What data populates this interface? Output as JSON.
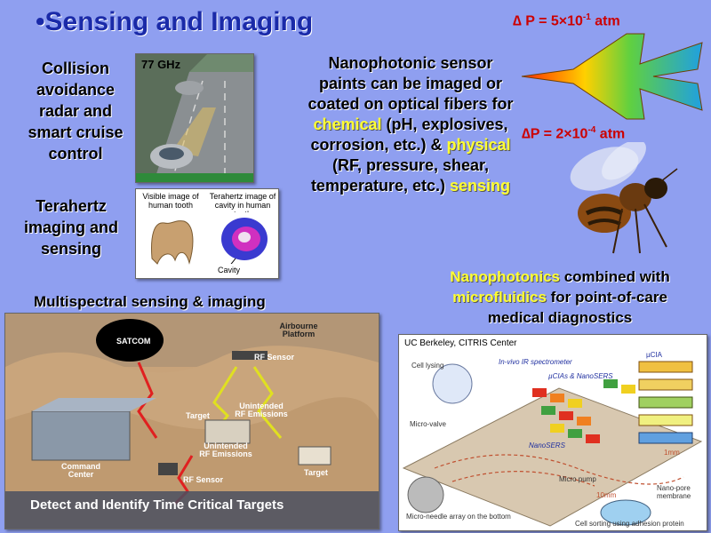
{
  "title": "•Sensing and Imaging",
  "collision": {
    "text": "Collision avoidance radar and smart cruise control",
    "freq": "77 GHz"
  },
  "terahertz": {
    "text": "Terahertz imaging and sensing",
    "visible_label": "Visible image of human tooth",
    "thz_label": "Terahertz image of cavity in human tooth",
    "cavity_label": "Cavity"
  },
  "nanophotonic": {
    "line1": "Nanophotonic sensor paints can be imaged or coated on optical fibers for",
    "chemical": "chemical",
    "line2": "(pH, explosives, corrosion, etc.) &",
    "physical": "physical",
    "line3": "(RF, pressure, shear, temperature, etc.)",
    "sensing": "sensing"
  },
  "pressure": {
    "p1_prefix": "∆ P = 5×10",
    "p1_exp": "-1",
    "p1_unit": " atm",
    "p2_prefix": "∆P = 2×10",
    "p2_exp": "-4",
    "p2_unit": " atm"
  },
  "multispectral": {
    "heading": "Multispectral sensing & imaging",
    "satcom": "SATCOM",
    "airborne": "Airbourne Platform",
    "rf_sensor_top": "RF Sensor",
    "target1": "Target",
    "unintended1": "Unintended RF Emissions",
    "unintended2": "Unintended RF Emissions",
    "command": "Command Center",
    "target2": "Target",
    "rf_sensor_bottom": "RF Sensor",
    "banner": "Detect and Identify Time Critical Targets"
  },
  "microfluidics": {
    "nanophotonics": "Nanophotonics",
    "combined": " combined with",
    "microfluidics": "microfluidics",
    "poc": " for point-of-care",
    "medical": "medical diagnostics"
  },
  "berkeley": {
    "header": "UC Berkeley, CITRIS Center",
    "cell_lysing": "Cell lysing",
    "in_vivo": "In-vivo IR spectrometer",
    "cias": "µCIAs & NanoSERS",
    "ucia": "µCIA",
    "micro_valve": "Micro-valve",
    "nanosers": "NanoSERS",
    "one_mm": "1mm",
    "micro_pump": "Micro pump",
    "ten_mm": "10mm",
    "nanopore": "Nano-pore membrane",
    "needle": "Micro-needle array on the bottom",
    "cell_sorting": "Cell sorting using adhesion protein"
  },
  "colors": {
    "background": "#8f9ff0",
    "title": "#1a2aa8",
    "highlight": "#ffff33",
    "pressure": "#cc0000"
  }
}
